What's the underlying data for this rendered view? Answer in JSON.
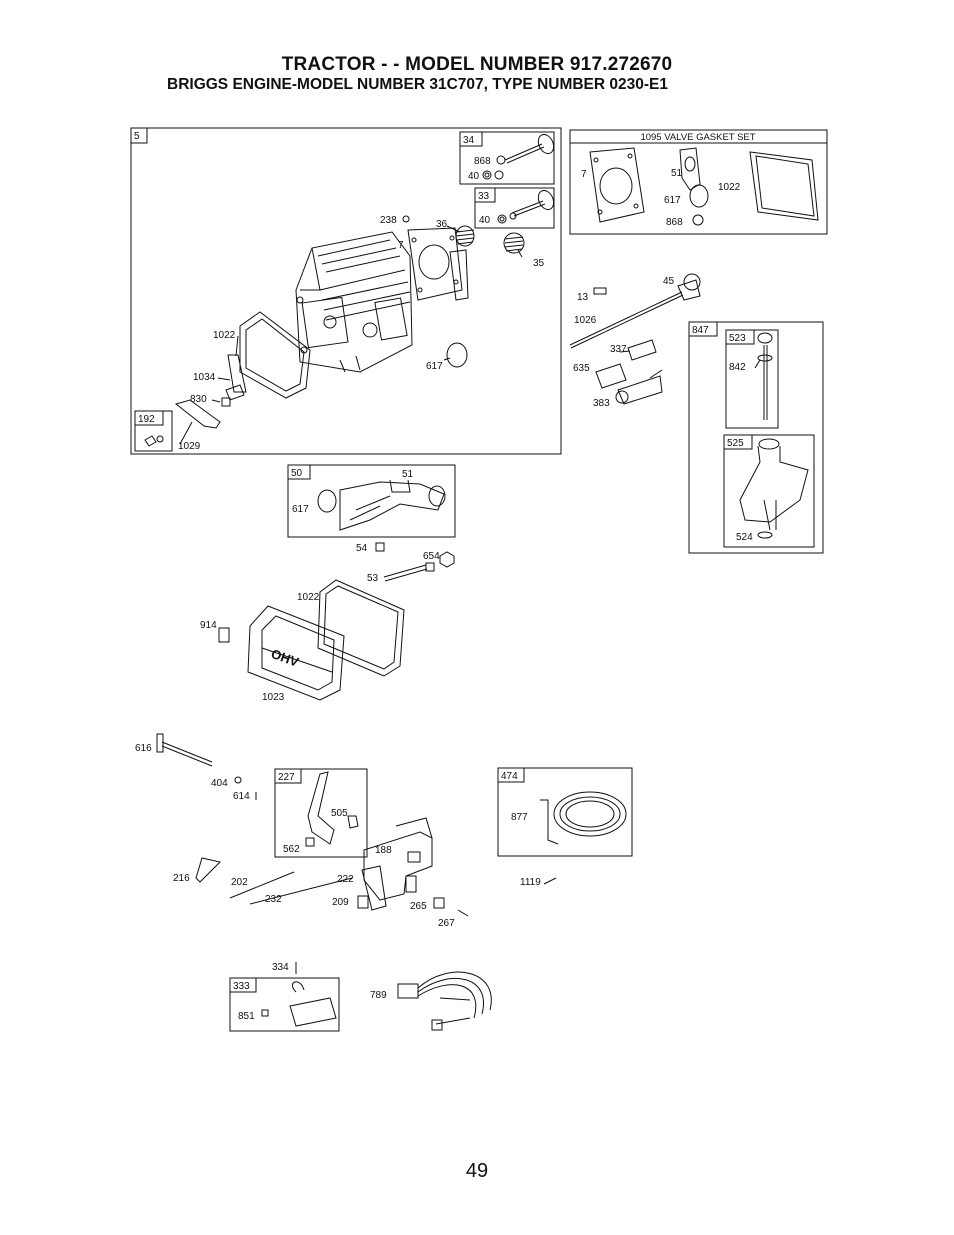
{
  "title": {
    "line1": "TRACTOR - - MODEL NUMBER  917.272670",
    "line2": "BRIGGS ENGINE-MODEL NUMBER 31C707, TYPE NUMBER 0230-E1"
  },
  "page_number": "49",
  "boxes": {
    "b5": "5",
    "b34": "34",
    "b33": "33",
    "b192": "192",
    "b1095": "1095 VALVE GASKET SET",
    "b847": "847",
    "b523": "523",
    "b525": "525",
    "b50": "50",
    "b227": "227",
    "b474": "474",
    "b333": "333"
  },
  "parts": {
    "p868a": "868",
    "p40a": "40",
    "p40b": "40",
    "p238": "238",
    "p36": "36",
    "p7a": "7",
    "p35": "35",
    "p1022a": "1022",
    "p1034": "1034",
    "p830": "830",
    "p1029": "1029",
    "p617a": "617",
    "p7b": "7",
    "p51a": "51",
    "p617b": "617",
    "p1022b": "1022",
    "p868b": "868",
    "p13": "13",
    "p45": "45",
    "p1026": "1026",
    "p337": "337",
    "p635": "635",
    "p383": "383",
    "p842": "842",
    "p524": "524",
    "p51b": "51",
    "p617c": "617",
    "p54": "54",
    "p654": "654",
    "p53": "53",
    "p1022c": "1022",
    "p914": "914",
    "p1023": "1023",
    "p616": "616",
    "p404": "404",
    "p614": "614",
    "p505": "505",
    "p562": "562",
    "p188": "188",
    "p216": "216",
    "p202": "202",
    "p232": "232",
    "p222": "222",
    "p209": "209",
    "p265": "265",
    "p267": "267",
    "p877": "877",
    "p1119": "1119",
    "p334": "334",
    "p851": "851",
    "p789": "789",
    "ohv": "OHV"
  }
}
